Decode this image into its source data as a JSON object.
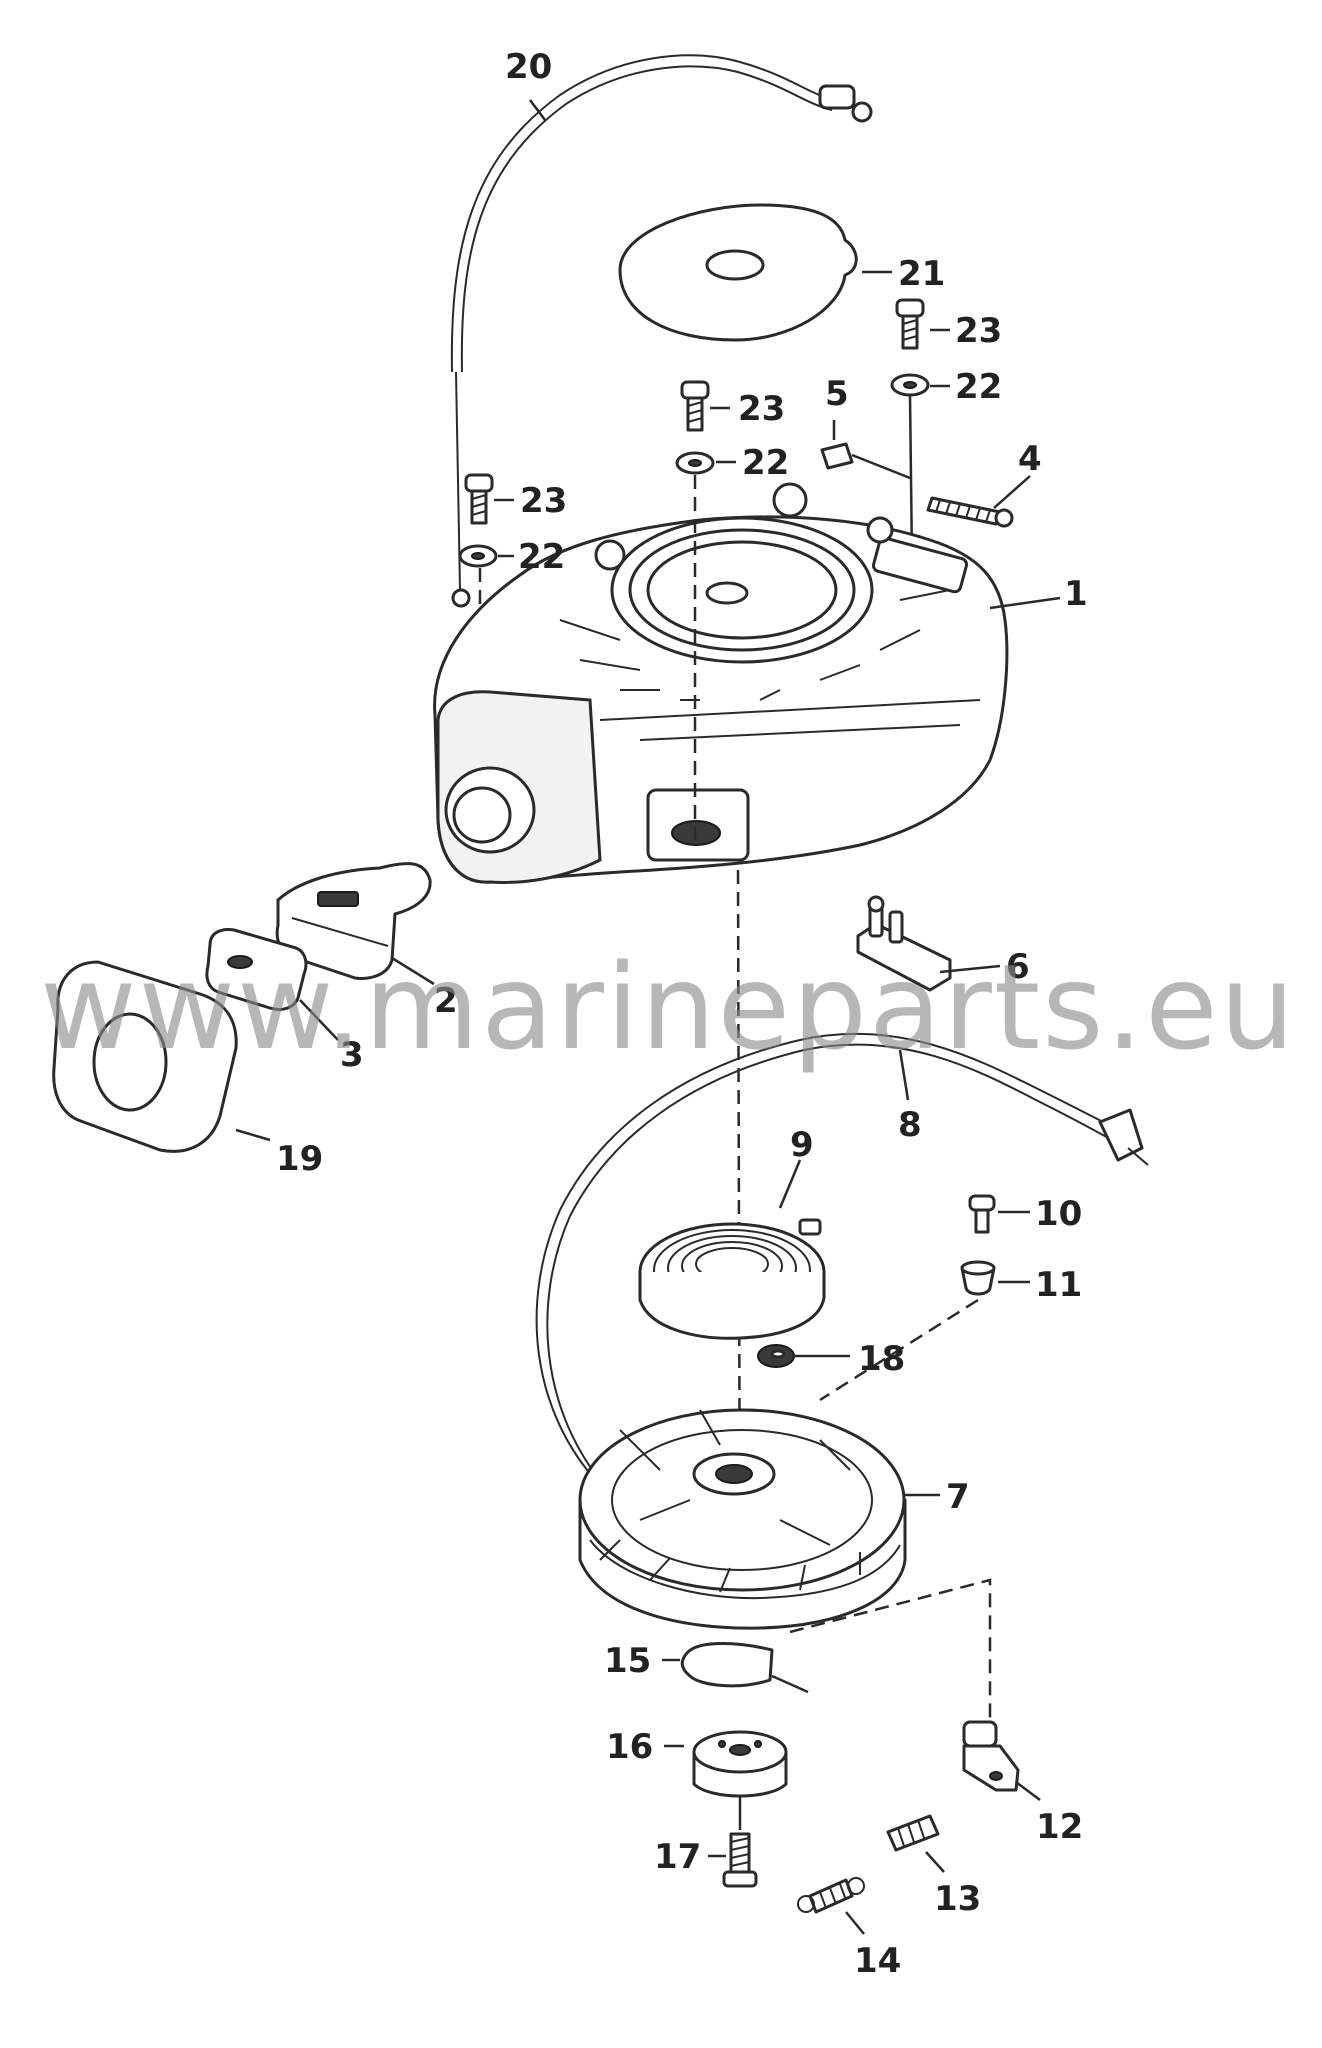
{
  "diagram": {
    "callouts": {
      "c1": "1",
      "c2": "2",
      "c3": "3",
      "c4": "4",
      "c5": "5",
      "c6": "6",
      "c7": "7",
      "c8": "8",
      "c9": "9",
      "c10": "10",
      "c11": "11",
      "c12": "12",
      "c13": "13",
      "c14": "14",
      "c15": "15",
      "c16": "16",
      "c17": "17",
      "c18": "18",
      "c19": "19",
      "c20": "20",
      "c21": "21",
      "c22a": "22",
      "c22b": "22",
      "c22c": "22",
      "c23a": "23",
      "c23b": "23",
      "c23c": "23"
    },
    "watermark": "www.marineparts.eu"
  }
}
